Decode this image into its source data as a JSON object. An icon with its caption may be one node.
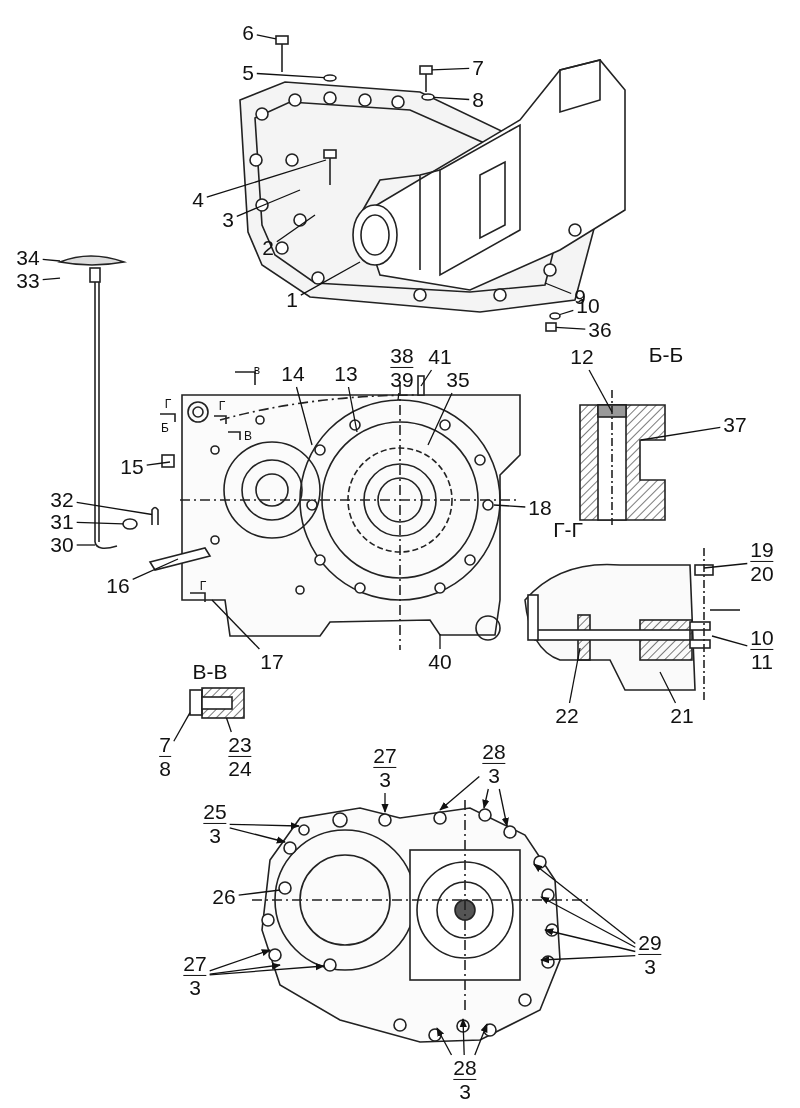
{
  "diagram": {
    "nodes": [
      {
        "text": [
          "6"
        ]
      },
      {
        "text": [
          "5"
        ]
      },
      {
        "text": [
          "7"
        ]
      },
      {
        "text": [
          "8"
        ]
      },
      {
        "text": [
          "4"
        ]
      },
      {
        "text": [
          "3"
        ]
      },
      {
        "text": [
          "2"
        ]
      },
      {
        "text": [
          "34"
        ]
      },
      {
        "text": [
          "33"
        ]
      },
      {
        "text": [
          "1"
        ]
      },
      {
        "text": [
          "9"
        ]
      },
      {
        "text": [
          "10"
        ]
      },
      {
        "text": [
          "36"
        ]
      },
      {
        "text": [
          "41"
        ]
      },
      {
        "text": [
          "38",
          "39"
        ]
      },
      {
        "text": [
          "14"
        ]
      },
      {
        "text": [
          "13"
        ]
      },
      {
        "text": [
          "35"
        ]
      },
      {
        "text": [
          "12"
        ]
      },
      {
        "text": [
          "37"
        ]
      },
      {
        "text": [
          "15"
        ]
      },
      {
        "text": [
          "32"
        ]
      },
      {
        "text": [
          "31"
        ]
      },
      {
        "text": [
          "30"
        ]
      },
      {
        "text": [
          "18"
        ]
      },
      {
        "text": [
          "19",
          "20"
        ]
      },
      {
        "text": [
          "16"
        ]
      },
      {
        "text": [
          "17"
        ]
      },
      {
        "text": [
          "40"
        ]
      },
      {
        "text": [
          "10",
          "11"
        ]
      },
      {
        "text": [
          "22"
        ]
      },
      {
        "text": [
          "21"
        ]
      },
      {
        "text": [
          "7",
          "8"
        ]
      },
      {
        "text": [
          "23",
          "24"
        ]
      },
      {
        "text": [
          "27",
          "3"
        ]
      },
      {
        "text": [
          "28",
          "3"
        ]
      },
      {
        "text": [
          "25",
          "3"
        ]
      },
      {
        "text": [
          "26"
        ]
      },
      {
        "text": [
          "27",
          "3"
        ]
      },
      {
        "text": [
          "29",
          "3"
        ]
      },
      {
        "text": [
          "28",
          "3"
        ]
      },
      {
        "text": [],
        "shape": "bolt"
      },
      {
        "text": [],
        "shape": "washer"
      },
      {
        "text": [],
        "shape": "bolt"
      },
      {
        "text": [],
        "shape": "washer"
      },
      {
        "text": [],
        "shape": "washer"
      },
      {
        "text": [],
        "shape": "bolt"
      },
      {
        "text": [],
        "shape": "handle"
      },
      {
        "text": [],
        "shape": "rod"
      },
      {
        "text": [],
        "shape": "washer"
      },
      {
        "text": [],
        "shape": "pin"
      },
      {
        "text": [],
        "shape": "box"
      },
      {
        "text": [],
        "shape": "box"
      }
    ],
    "edges": [
      {
        "from": 0,
        "to": 41,
        "arrow": "none"
      },
      {
        "from": 1,
        "to": 42,
        "arrow": "none"
      },
      {
        "from": 2,
        "to": 43,
        "arrow": "none"
      },
      {
        "from": 3,
        "to": 44,
        "arrow": "none"
      },
      {
        "from": 4,
        "to": null,
        "arrow": "none"
      },
      {
        "from": 5,
        "to": null,
        "arrow": "none"
      },
      {
        "from": 6,
        "to": null,
        "arrow": "none"
      },
      {
        "from": 7,
        "to": 47,
        "arrow": "none"
      },
      {
        "from": 8,
        "to": 47,
        "arrow": "none"
      },
      {
        "from": 9,
        "to": null,
        "arrow": "none"
      },
      {
        "from": 10,
        "to": null,
        "arrow": "none"
      },
      {
        "from": 11,
        "to": 45,
        "arrow": "none"
      },
      {
        "from": 12,
        "to": 46,
        "arrow": "none"
      },
      {
        "from": 13,
        "to": null,
        "arrow": "none"
      },
      {
        "from": 14,
        "to": null,
        "arrow": "none"
      },
      {
        "from": 15,
        "to": null,
        "arrow": "none"
      },
      {
        "from": 16,
        "to": null,
        "arrow": "none"
      },
      {
        "from": 17,
        "to": null,
        "arrow": "none"
      },
      {
        "from": 18,
        "to": null,
        "arrow": "none"
      },
      {
        "from": 19,
        "to": null,
        "arrow": "none"
      },
      {
        "from": 20,
        "to": null,
        "arrow": "none"
      },
      {
        "from": 21,
        "to": 50,
        "arrow": "none"
      },
      {
        "from": 22,
        "to": 49,
        "arrow": "none"
      },
      {
        "from": 23,
        "to": 48,
        "arrow": "none"
      },
      {
        "from": 24,
        "to": null,
        "arrow": "none"
      },
      {
        "from": 25,
        "to": null,
        "arrow": "none"
      },
      {
        "from": 26,
        "to": null,
        "arrow": "none"
      },
      {
        "from": 27,
        "to": null,
        "arrow": "none"
      },
      {
        "from": 28,
        "to": null,
        "arrow": "none"
      },
      {
        "from": 29,
        "to": null,
        "arrow": "none"
      },
      {
        "from": 30,
        "to": null,
        "arrow": "none"
      },
      {
        "from": 31,
        "to": null,
        "arrow": "none"
      },
      {
        "from": 32,
        "to": 51,
        "arrow": "none"
      },
      {
        "from": 33,
        "to": 52,
        "arrow": "none"
      },
      {
        "from": 34,
        "to": null,
        "arrow": "to"
      },
      {
        "from": 35,
        "to": null,
        "arrow": "to"
      },
      {
        "from": 35,
        "to": null,
        "arrow": "to"
      },
      {
        "from": 35,
        "to": null,
        "arrow": "to"
      },
      {
        "from": 36,
        "to": null,
        "arrow": "to"
      },
      {
        "from": 36,
        "to": null,
        "arrow": "to"
      },
      {
        "from": 37,
        "to": null,
        "arrow": "none"
      },
      {
        "from": 38,
        "to": null,
        "arrow": "to"
      },
      {
        "from": 38,
        "to": null,
        "arrow": "to"
      },
      {
        "from": 38,
        "to": null,
        "arrow": "to"
      },
      {
        "from": 39,
        "to": null,
        "arrow": "to"
      },
      {
        "from": 39,
        "to": null,
        "arrow": "to"
      },
      {
        "from": 39,
        "to": null,
        "arrow": "to"
      },
      {
        "from": 39,
        "to": null,
        "arrow": "to"
      },
      {
        "from": 40,
        "to": null,
        "arrow": "to"
      },
      {
        "from": 40,
        "to": null,
        "arrow": "to"
      },
      {
        "from": 40,
        "to": null,
        "arrow": "to"
      }
    ],
    "labels": [
      "в",
      "Б-Б",
      "Б",
      "Г",
      "Г",
      "В",
      "Г",
      "Г-Г",
      "В-В"
    ]
  }
}
